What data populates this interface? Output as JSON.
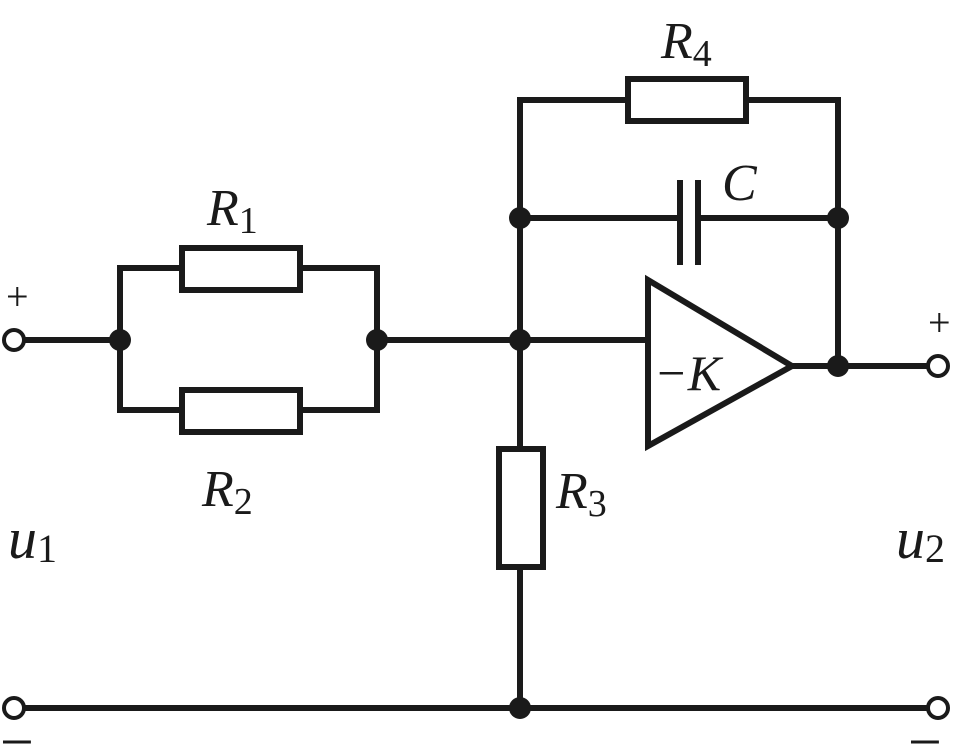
{
  "components": {
    "r1": {
      "symbol": "R",
      "index": "1"
    },
    "r2": {
      "symbol": "R",
      "index": "2"
    },
    "r3": {
      "symbol": "R",
      "index": "3"
    },
    "r4": {
      "symbol": "R",
      "index": "4"
    },
    "c": {
      "symbol": "C"
    },
    "amp": {
      "gain": "−K"
    }
  },
  "ports": {
    "input": {
      "symbol": "u",
      "index": "1",
      "plus": "+",
      "minus": "−"
    },
    "output": {
      "symbol": "u",
      "index": "2",
      "plus": "+",
      "minus": "−"
    }
  }
}
